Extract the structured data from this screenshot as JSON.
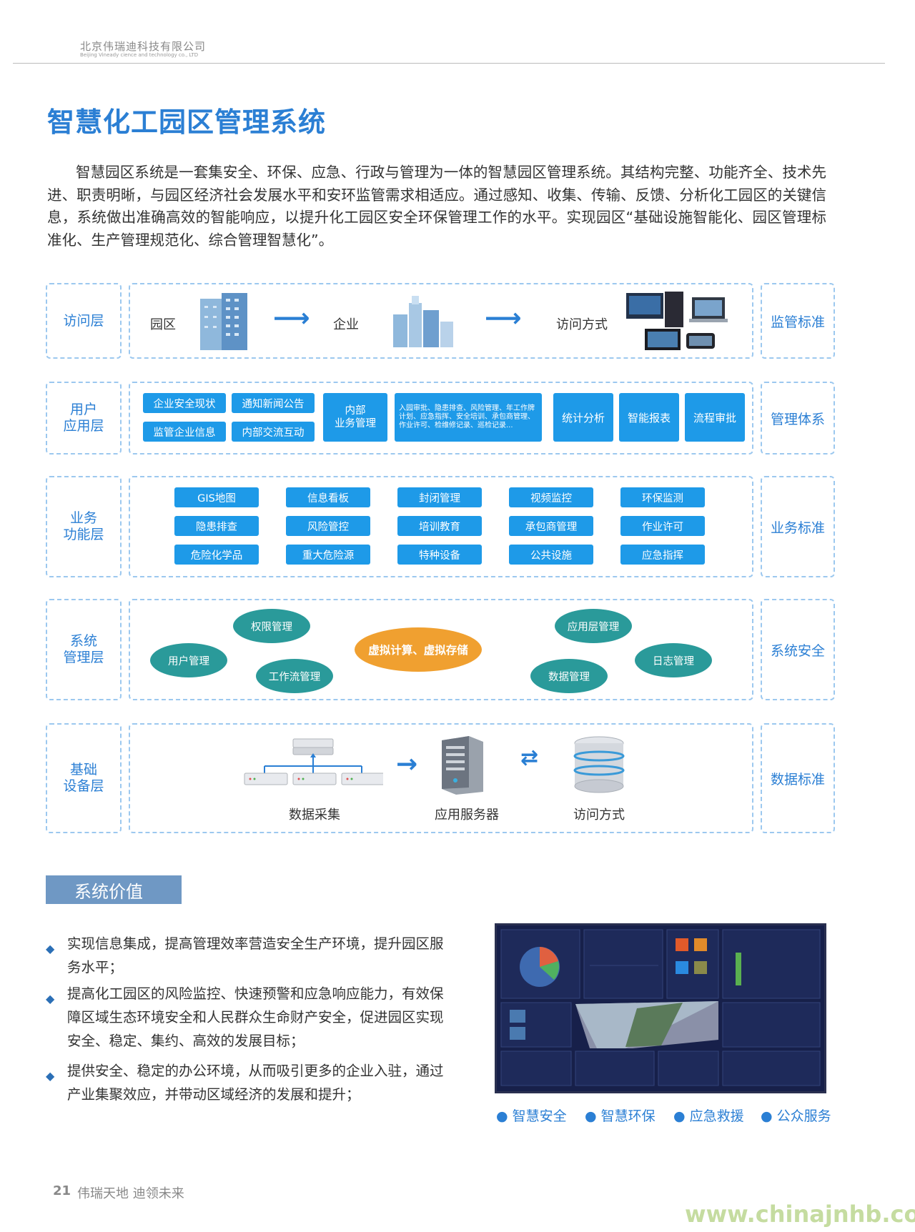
{
  "header": {
    "company_cn": "北京伟瑞迪科技有限公司",
    "company_en": "Beijing Vineady cience and technology co., LTD"
  },
  "title": "智慧化工园区管理系统",
  "intro": "智慧园区系统是一套集安全、环保、应急、行政与管理为一体的智慧园区管理系统。其结构完整、功能齐全、技术先进、职责明晰，与园区经济社会发展水平和安环监管需求相适应。通过感知、收集、传输、反馈、分析化工园区的关键信息，系统做出准确高效的智能响应，以提升化工园区安全环保管理工作的水平。实现园区“基础设施智能化、园区管理标准化、生产管理规范化、综合管理智慧化”。",
  "layers": {
    "access": {
      "label": "访问层",
      "std": "监管标准",
      "items": [
        "园区",
        "企业",
        "访问方式"
      ]
    },
    "user": {
      "label": "用户\n应用层",
      "std": "管理体系",
      "buttons": [
        "企业安全现状",
        "通知新闻公告",
        "监管企业信息",
        "内部交流互动",
        "内部\n业务管理",
        "入园审批、隐患排查、风险管理、年工作牌计划、应急指挥、安全培训、承包商管理、作业许可、检维修记录、巡检记录...",
        "统计分析",
        "智能报表",
        "流程审批"
      ]
    },
    "business": {
      "label": "业务\n功能层",
      "std": "业务标准",
      "buttons": [
        "GIS地图",
        "信息看板",
        "封闭管理",
        "视频监控",
        "环保监测",
        "隐患排查",
        "风险管控",
        "培训教育",
        "承包商管理",
        "作业许可",
        "危险化学品",
        "重大危险源",
        "特种设备",
        "公共设施",
        "应急指挥"
      ]
    },
    "system": {
      "label": "系统\n管理层",
      "std": "系统安全",
      "ovals": [
        "权限管理",
        "用户管理",
        "工作流管理",
        "虚拟计算、虚拟存储",
        "应用层管理",
        "日志管理",
        "数据管理"
      ]
    },
    "base": {
      "label": "基础\n设备层",
      "std": "数据标准",
      "captions": [
        "数据采集",
        "应用服务器",
        "访问方式"
      ]
    }
  },
  "value": {
    "heading": "系统价值",
    "bullets": [
      "实现信息集成，提高管理效率营造安全生产环境，提升园区服务水平；",
      "提高化工园区的风险监控、快速预警和应急响应能力，有效保障区域生态环境安全和人民群众生命财产安全，促进园区实现安全、稳定、集约、高效的发展目标；",
      "提供安全、稳定的办公环境，从而吸引更多的企业入驻，通过产业集聚效应，并带动区域经济的发展和提升；"
    ],
    "tags": [
      "● 智慧安全",
      "● 智慧环保",
      "● 应急救援",
      "● 公众服务"
    ]
  },
  "footer": {
    "page_number": "21",
    "slogan": "伟瑞天地  迪领未来",
    "watermark": "www.chinajnhb.com"
  },
  "colors": {
    "accent": "#2b7fd4",
    "button": "#1e9ae8",
    "oval": "#2a9a9a",
    "center_oval": "#f0a030"
  }
}
